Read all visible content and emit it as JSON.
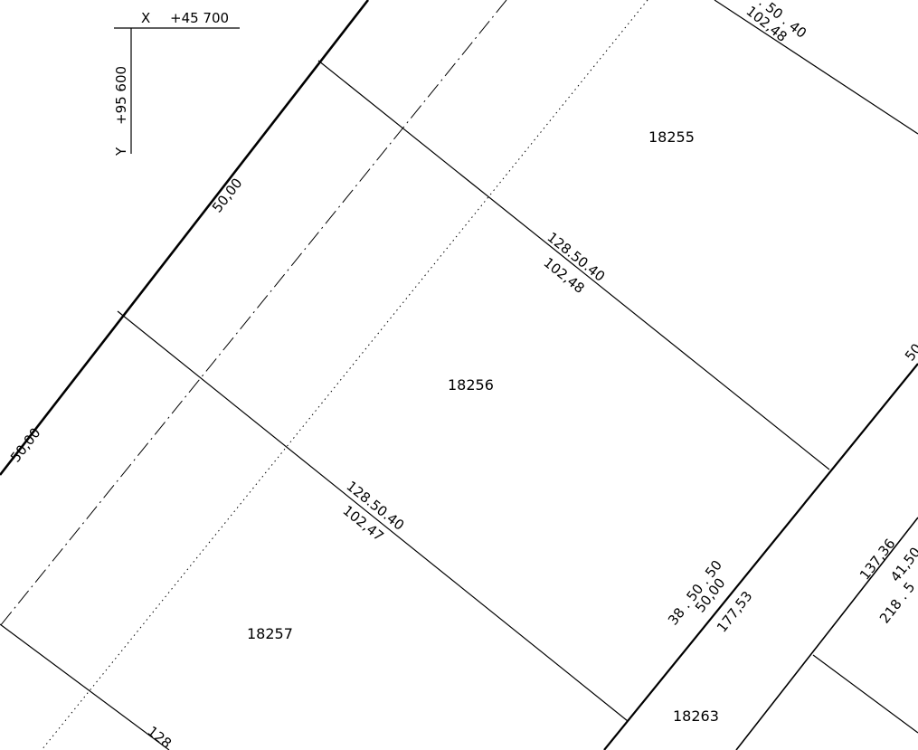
{
  "coordinate_axis": {
    "x_label": "X",
    "x_value": "+45 700",
    "y_label": "Y",
    "y_value": "+95 600"
  },
  "parcels": [
    {
      "id": "18255"
    },
    {
      "id": "18256"
    },
    {
      "id": "18257"
    },
    {
      "id": "18263"
    }
  ],
  "dimensions": {
    "left_frontage_upper": "50,00",
    "left_frontage_lower": "50,00",
    "top_bearing_partial": ". 50 . 40",
    "top_distance": "102,48",
    "mid_bearing": "128.50.40",
    "mid_distance": "102,48",
    "lower_bearing": "128.50.40",
    "lower_distance": "102,47",
    "bottom_bearing_partial": "128",
    "road_bearing": "38 . 50 . 50",
    "road_distance_1": "50,00",
    "road_distance_2": "177,53",
    "right_value_1": "137,36",
    "right_value_2": "41,50",
    "right_value_3": "218 . 5",
    "right_edge_partial": "50"
  }
}
